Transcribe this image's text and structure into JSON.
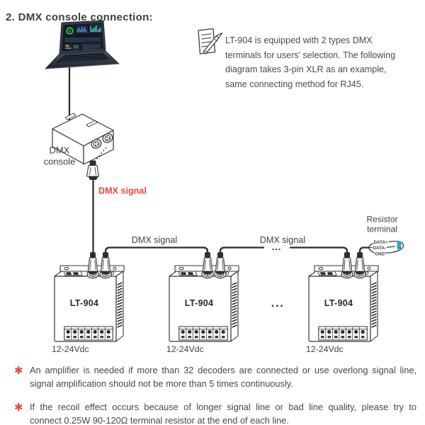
{
  "title": "2. DMX console connection:",
  "note": {
    "icon": "note-pencil-icon",
    "lines": [
      "LT-904 is equipped with 2 types DMX",
      "terminals for users' selection. The following",
      "diagram takes 3-pin XLR as an example,",
      "same connecting method for RJ45."
    ]
  },
  "diagram": {
    "console_label": {
      "line1": "DMX",
      "line2": "console"
    },
    "signal_label_red": "DMX signal",
    "signal_label_1": "DMX signal",
    "signal_label_2": "DMX signal",
    "ellipsis": "...",
    "resistor_terminal_label": {
      "line1": "Resistor",
      "line2": "terminal"
    },
    "wire_labels": {
      "data_plus": "DATA+",
      "data_minus": "DATA-",
      "gnd": "GND"
    },
    "decoders": [
      {
        "model": "LT-904",
        "power": "12-24Vdc"
      },
      {
        "model": "LT-904",
        "power": "12-24Vdc"
      },
      {
        "model": "LT-904",
        "power": "12-24Vdc"
      }
    ]
  },
  "footnotes": [
    {
      "marker": "✱",
      "lines": [
        "An amplifier is needed if more than 32 decoders are connected or use overlong signal line,",
        "signal amplification should not be more than 5 times continuously."
      ]
    },
    {
      "marker": "✱",
      "lines": [
        "If the recoil effect occurs because of longer signal line or bad line quality, please try to",
        "connect 0.25W 90-120Ω terminal resistor at the end of each line."
      ]
    }
  ],
  "colors": {
    "accent_red": "#e8473f",
    "text_dark": "#3f3f3f",
    "line_art": "#353535",
    "resistor_blue": "#36b3e3"
  }
}
